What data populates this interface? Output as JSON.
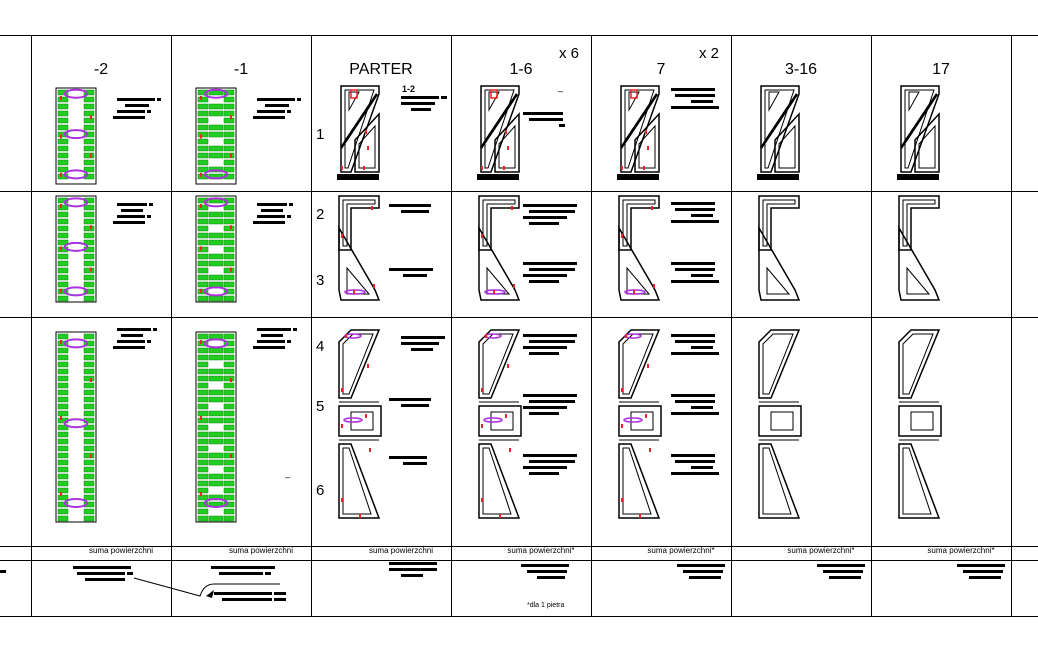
{
  "columns": [
    {
      "id": "c-2",
      "label": "-2",
      "multiplier": "",
      "type": "garage"
    },
    {
      "id": "c-1",
      "label": "-1",
      "multiplier": "",
      "type": "garage"
    },
    {
      "id": "c0",
      "label": "PARTER",
      "multiplier": "",
      "type": "tower",
      "rows": [
        true,
        true,
        true,
        true,
        true
      ]
    },
    {
      "id": "c1",
      "label": "1-6",
      "multiplier": "x 6",
      "type": "tower",
      "rows": [
        true,
        true,
        true,
        true,
        true
      ]
    },
    {
      "id": "c7",
      "label": "7",
      "multiplier": "x 2",
      "type": "tower",
      "rows": [
        true,
        true,
        true,
        true,
        true
      ]
    },
    {
      "id": "c316",
      "label": "3-16",
      "multiplier": "",
      "type": "tower",
      "rows": [
        false,
        false,
        false,
        false,
        false
      ]
    },
    {
      "id": "c17",
      "label": "17",
      "multiplier": "",
      "type": "tower",
      "rows": [
        false,
        false,
        false,
        false,
        false
      ]
    }
  ],
  "row_numbers": [
    "1",
    "2",
    "3",
    "4",
    "5",
    "6"
  ],
  "sub_label": "1-2",
  "tick_marks": [
    "–",
    "–"
  ],
  "sum_labels": [
    "suma powierzchni",
    "suma powierzchni",
    "suma powierzchni",
    "suma powierzchni*",
    "suma powierzchni*",
    "suma powierzchni*",
    "suma powierzchni*"
  ],
  "footnote": "*dla 1 pietra",
  "colors": {
    "line": "#000000",
    "parking": "#22cc22",
    "parking_dark": "#118811",
    "ramp": "#aa33dd",
    "equipment": "#ee2222"
  }
}
